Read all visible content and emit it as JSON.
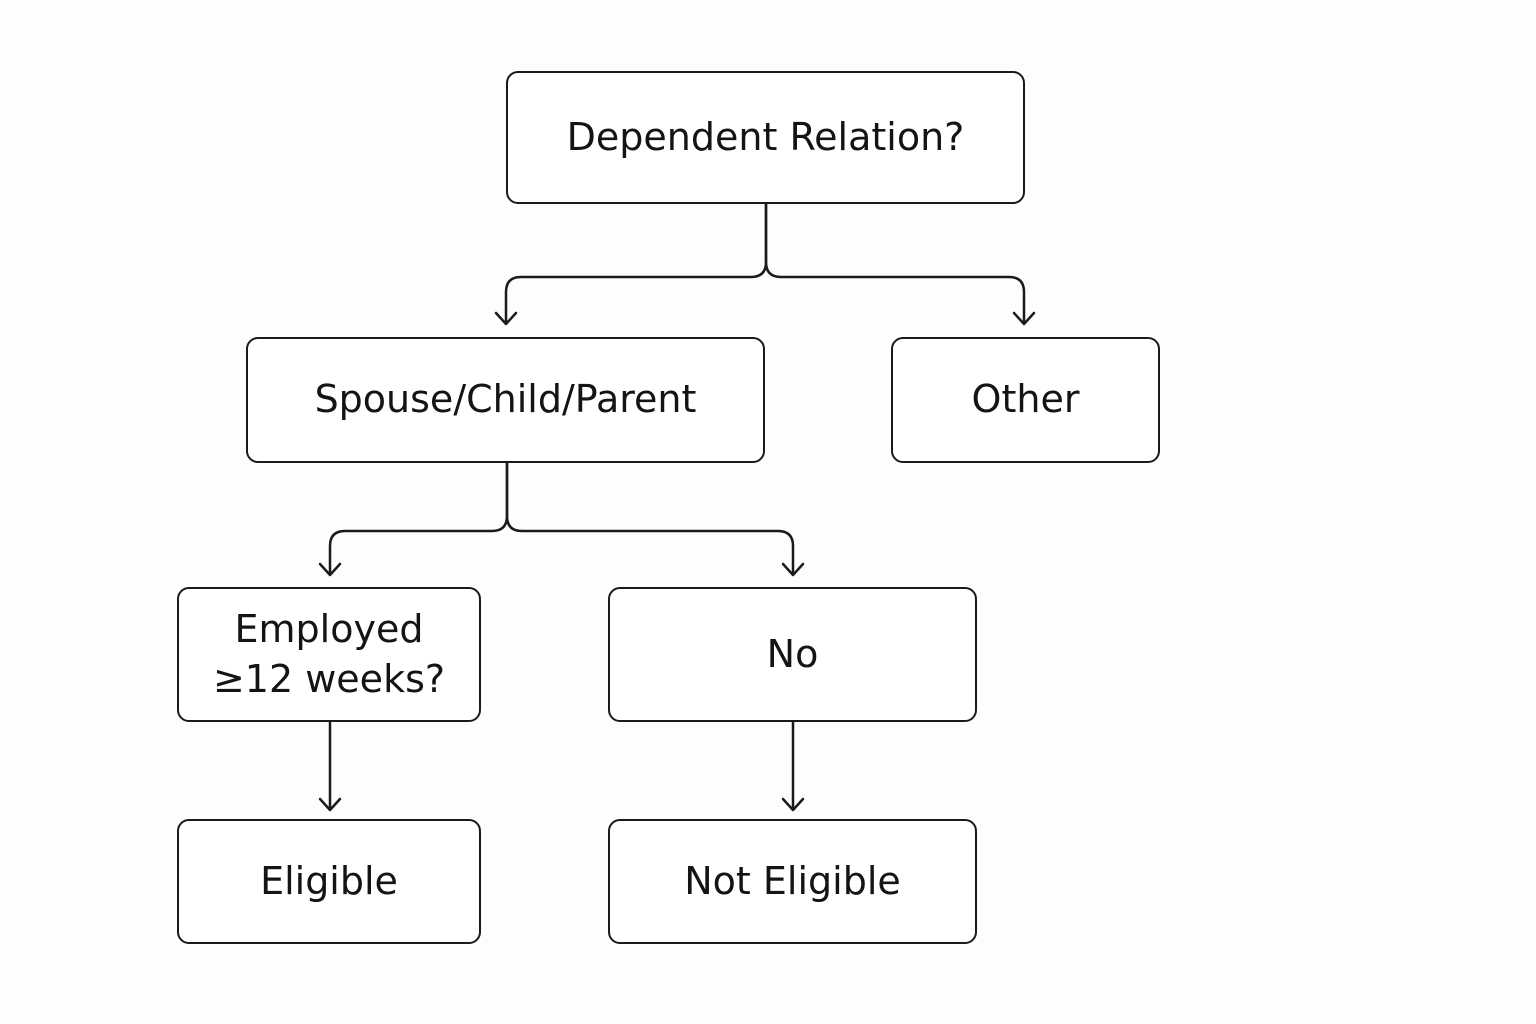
{
  "diagram": {
    "nodes": {
      "root": "Dependent Relation?",
      "spouse": "Spouse/Child/Parent",
      "other": "Other",
      "employed": "Employed\n≥12 weeks?",
      "no": "No",
      "eligible": "Eligible",
      "not_eligible": "Not Eligible"
    },
    "edges": [
      {
        "from": "root",
        "to": "spouse"
      },
      {
        "from": "root",
        "to": "other"
      },
      {
        "from": "spouse",
        "to": "employed"
      },
      {
        "from": "spouse",
        "to": "no"
      },
      {
        "from": "employed",
        "to": "eligible"
      },
      {
        "from": "no",
        "to": "not_eligible"
      }
    ],
    "colors": {
      "stroke": "#1a1a1a",
      "background": "#fdfdfc",
      "node_fill": "#ffffff"
    }
  }
}
